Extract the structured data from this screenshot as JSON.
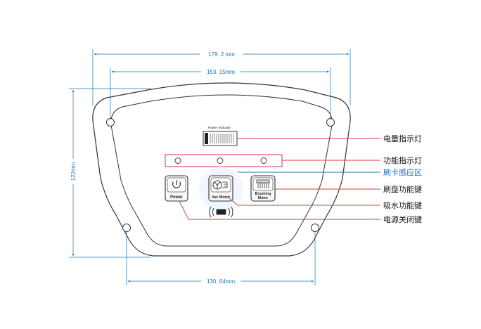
{
  "dimensions": {
    "width_outer": "179. 2 mm",
    "width_holes_top": "153. 15mm",
    "width_holes_bottom": "130. 64mm",
    "height": "122mm"
  },
  "panel": {
    "power_indicator_label": "Power Indicator",
    "buttons": {
      "power": "Power",
      "vac_motor": "Vac Motor",
      "brushing_motor_line1": "Brushing",
      "brushing_motor_line2": "Motor"
    }
  },
  "callouts": {
    "battery_indicator": "电量指示灯",
    "function_indicator": "功能指示灯",
    "card_sensing_area": "刷卡感应区",
    "brush_function_key": "刷盘功能键",
    "suction_function_key": "吸水功能键",
    "power_key": "电源关闭键"
  },
  "colors": {
    "dimension_line": "#1a73b8",
    "callout_line_red": "#d9383a",
    "callout_line_blue": "#1a73b8",
    "outline": "#333333"
  }
}
